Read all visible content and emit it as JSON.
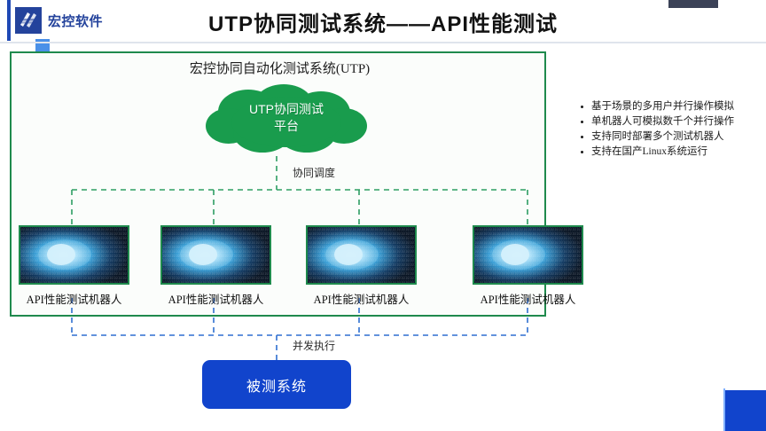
{
  "header": {
    "logo_text": "宏控软件",
    "logo_icon": "hongkong-software-logo-icon",
    "title": "UTP协同测试系统——API性能测试"
  },
  "system_box": {
    "title": "宏控协同自动化测试系统(UTP)"
  },
  "cloud": {
    "icon": "cloud-shape-icon",
    "label_line1": "UTP协同测试",
    "label_line2": "平台",
    "color": "#199c4d"
  },
  "connectors": {
    "schedule_label": "协同调度",
    "execute_label": "并发执行",
    "schedule_color": "#2e9e63",
    "execute_color": "#2f6fd0"
  },
  "robots": [
    {
      "caption": "API性能测试机器人",
      "image": "digital-tunnel-thumbnail"
    },
    {
      "caption": "API性能测试机器人",
      "image": "digital-tunnel-thumbnail"
    },
    {
      "caption": "API性能测试机器人",
      "image": "digital-tunnel-thumbnail"
    },
    {
      "caption": "API性能测试机器人",
      "image": "digital-tunnel-thumbnail"
    }
  ],
  "system_under_test": {
    "label": "被测系统",
    "color": "#1144cc"
  },
  "bullets": [
    "基于场景的多用户并行操作模拟",
    "单机器人可模拟数千个并行操作",
    "支持同时部署多个测试机器人",
    "支持在国产Linux系统运行"
  ],
  "decor": {
    "top_right_bar_color": "#3b4257",
    "bottom_right_square_color": "#1144cc",
    "logo_chip_color": "#4a90e8",
    "frame_color": "#1f8a4d"
  }
}
